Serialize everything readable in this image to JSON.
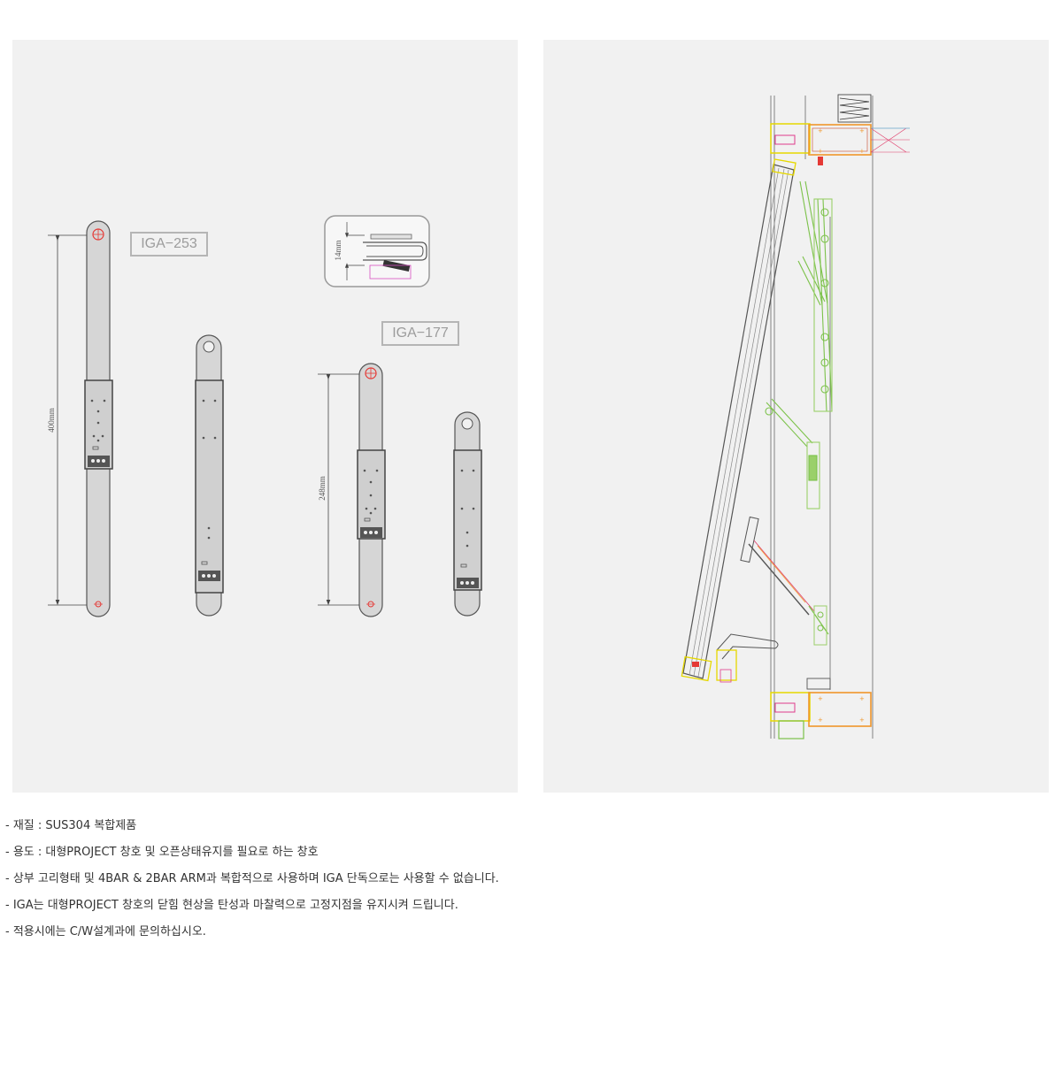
{
  "products": {
    "iga253": {
      "label": "IGA−253",
      "dimension": "400mm"
    },
    "iga177": {
      "label": "IGA−177",
      "dimension": "248mm"
    },
    "detail": {
      "dimension": "14mm"
    }
  },
  "specs": [
    "- 재질 : SUS304 복합제품",
    "- 용도 : 대형PROJECT 창호 및 오픈상태유지를 필요로 하는 창호",
    "- 상부 고리형태 및 4BAR & 2BAR ARM과 복합적으로 사용하며 IGA 단독으로는 사용할 수 없습니다.",
    "- IGA는 대형PROJECT 창호의 닫힘 현상을 탄성과 마찰력으로 고정지점을 유지시켜 드립니다.",
    "- 적용시에는 C/W설계과에 문의하십시오."
  ],
  "colors": {
    "panel": "#f1f1f1",
    "bar": "#d4d4d4",
    "outline": "#555555",
    "hole": "#e53935",
    "cad_green": "#7cc24a",
    "cad_orange": "#f0962a",
    "cad_yellow": "#f5e400",
    "cad_pink": "#e03c8a"
  }
}
